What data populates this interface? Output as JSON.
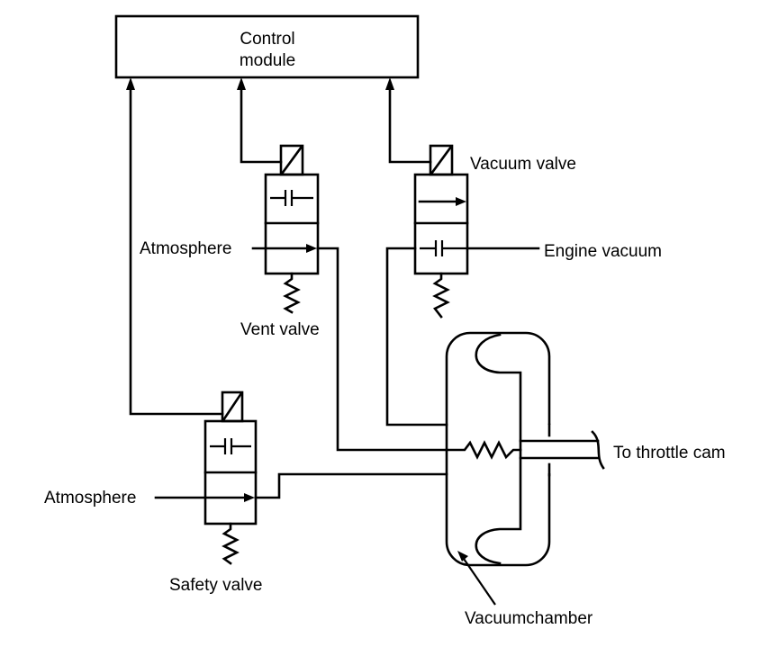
{
  "labels": {
    "control_module_line1": "Control",
    "control_module_line2": "module",
    "vacuum_valve": "Vacuum valve",
    "engine_vacuum": "Engine vacuum",
    "atmosphere_vent": "Atmosphere",
    "vent_valve": "Vent valve",
    "to_throttle_cam": "To throttle cam",
    "atmosphere_safety": "Atmosphere",
    "safety_valve": "Safety valve",
    "vacuum_chamber": "Vacuumchamber"
  },
  "colors": {
    "line": "#000000",
    "background": "#ffffff"
  }
}
